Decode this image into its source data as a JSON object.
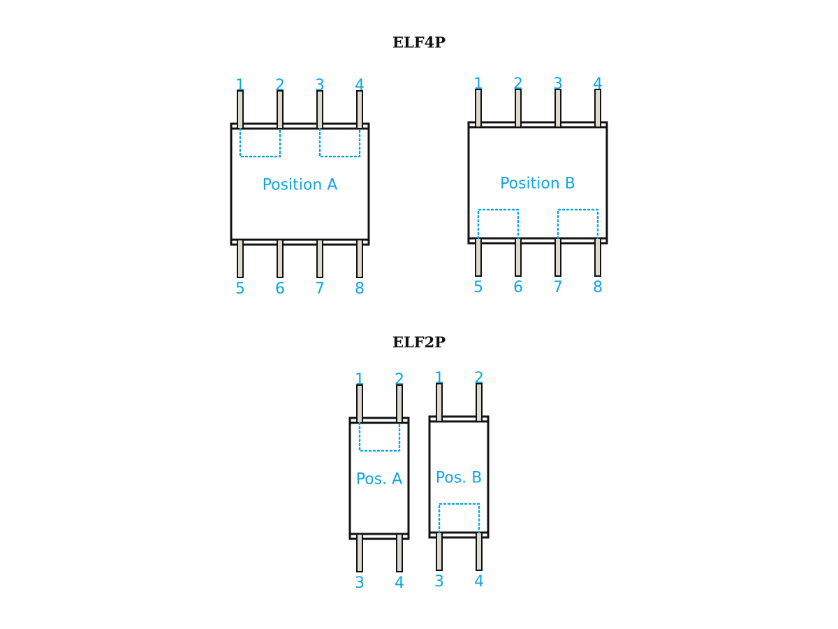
{
  "sections": [
    {
      "title": "ELF4P",
      "chips": [
        {
          "label": "Position A",
          "top_pins": [
            "1",
            "2",
            "3",
            "4"
          ],
          "bottom_pins": [
            "5",
            "6",
            "7",
            "8"
          ],
          "marked_side": "top"
        },
        {
          "label": "Position B",
          "top_pins": [
            "1",
            "2",
            "3",
            "4"
          ],
          "bottom_pins": [
            "5",
            "6",
            "7",
            "8"
          ],
          "marked_side": "bottom"
        }
      ]
    },
    {
      "title": "ELF2P",
      "chips": [
        {
          "label": "Pos. A",
          "top_pins": [
            "1",
            "2"
          ],
          "bottom_pins": [
            "3",
            "4"
          ],
          "marked_side": "top"
        },
        {
          "label": "Pos. B",
          "top_pins": [
            "1",
            "2"
          ],
          "bottom_pins": [
            "3",
            "4"
          ],
          "marked_side": "bottom"
        }
      ]
    }
  ],
  "colors": {
    "accent": "#0ea5e0",
    "pin": "#dcdacf",
    "outline": "#111111"
  }
}
